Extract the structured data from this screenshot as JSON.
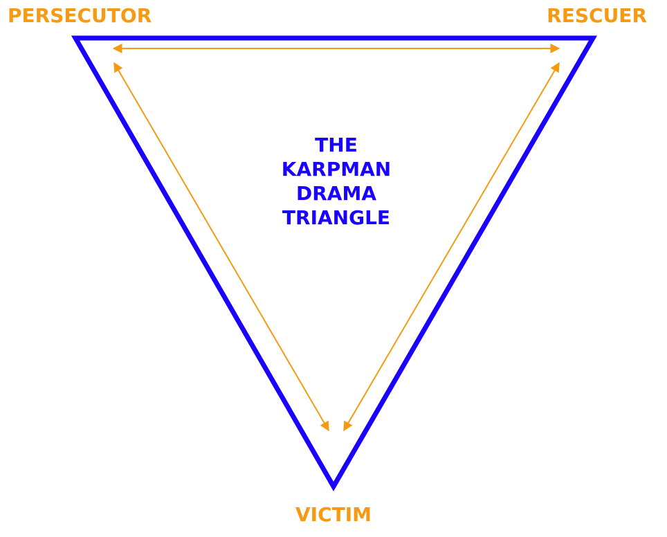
{
  "roles": {
    "persecutor": "PERSECUTOR",
    "rescuer": "RESCUER",
    "victim": "VICTIM"
  },
  "title_lines": [
    "THE",
    "KARPMAN",
    "DRAMA",
    "TRIANGLE"
  ],
  "colors": {
    "triangle": "#1a00ff",
    "arrows": "#f59a12",
    "role_text": "#f59a12",
    "title_text": "#1a00ff",
    "background": "#ffffff"
  }
}
